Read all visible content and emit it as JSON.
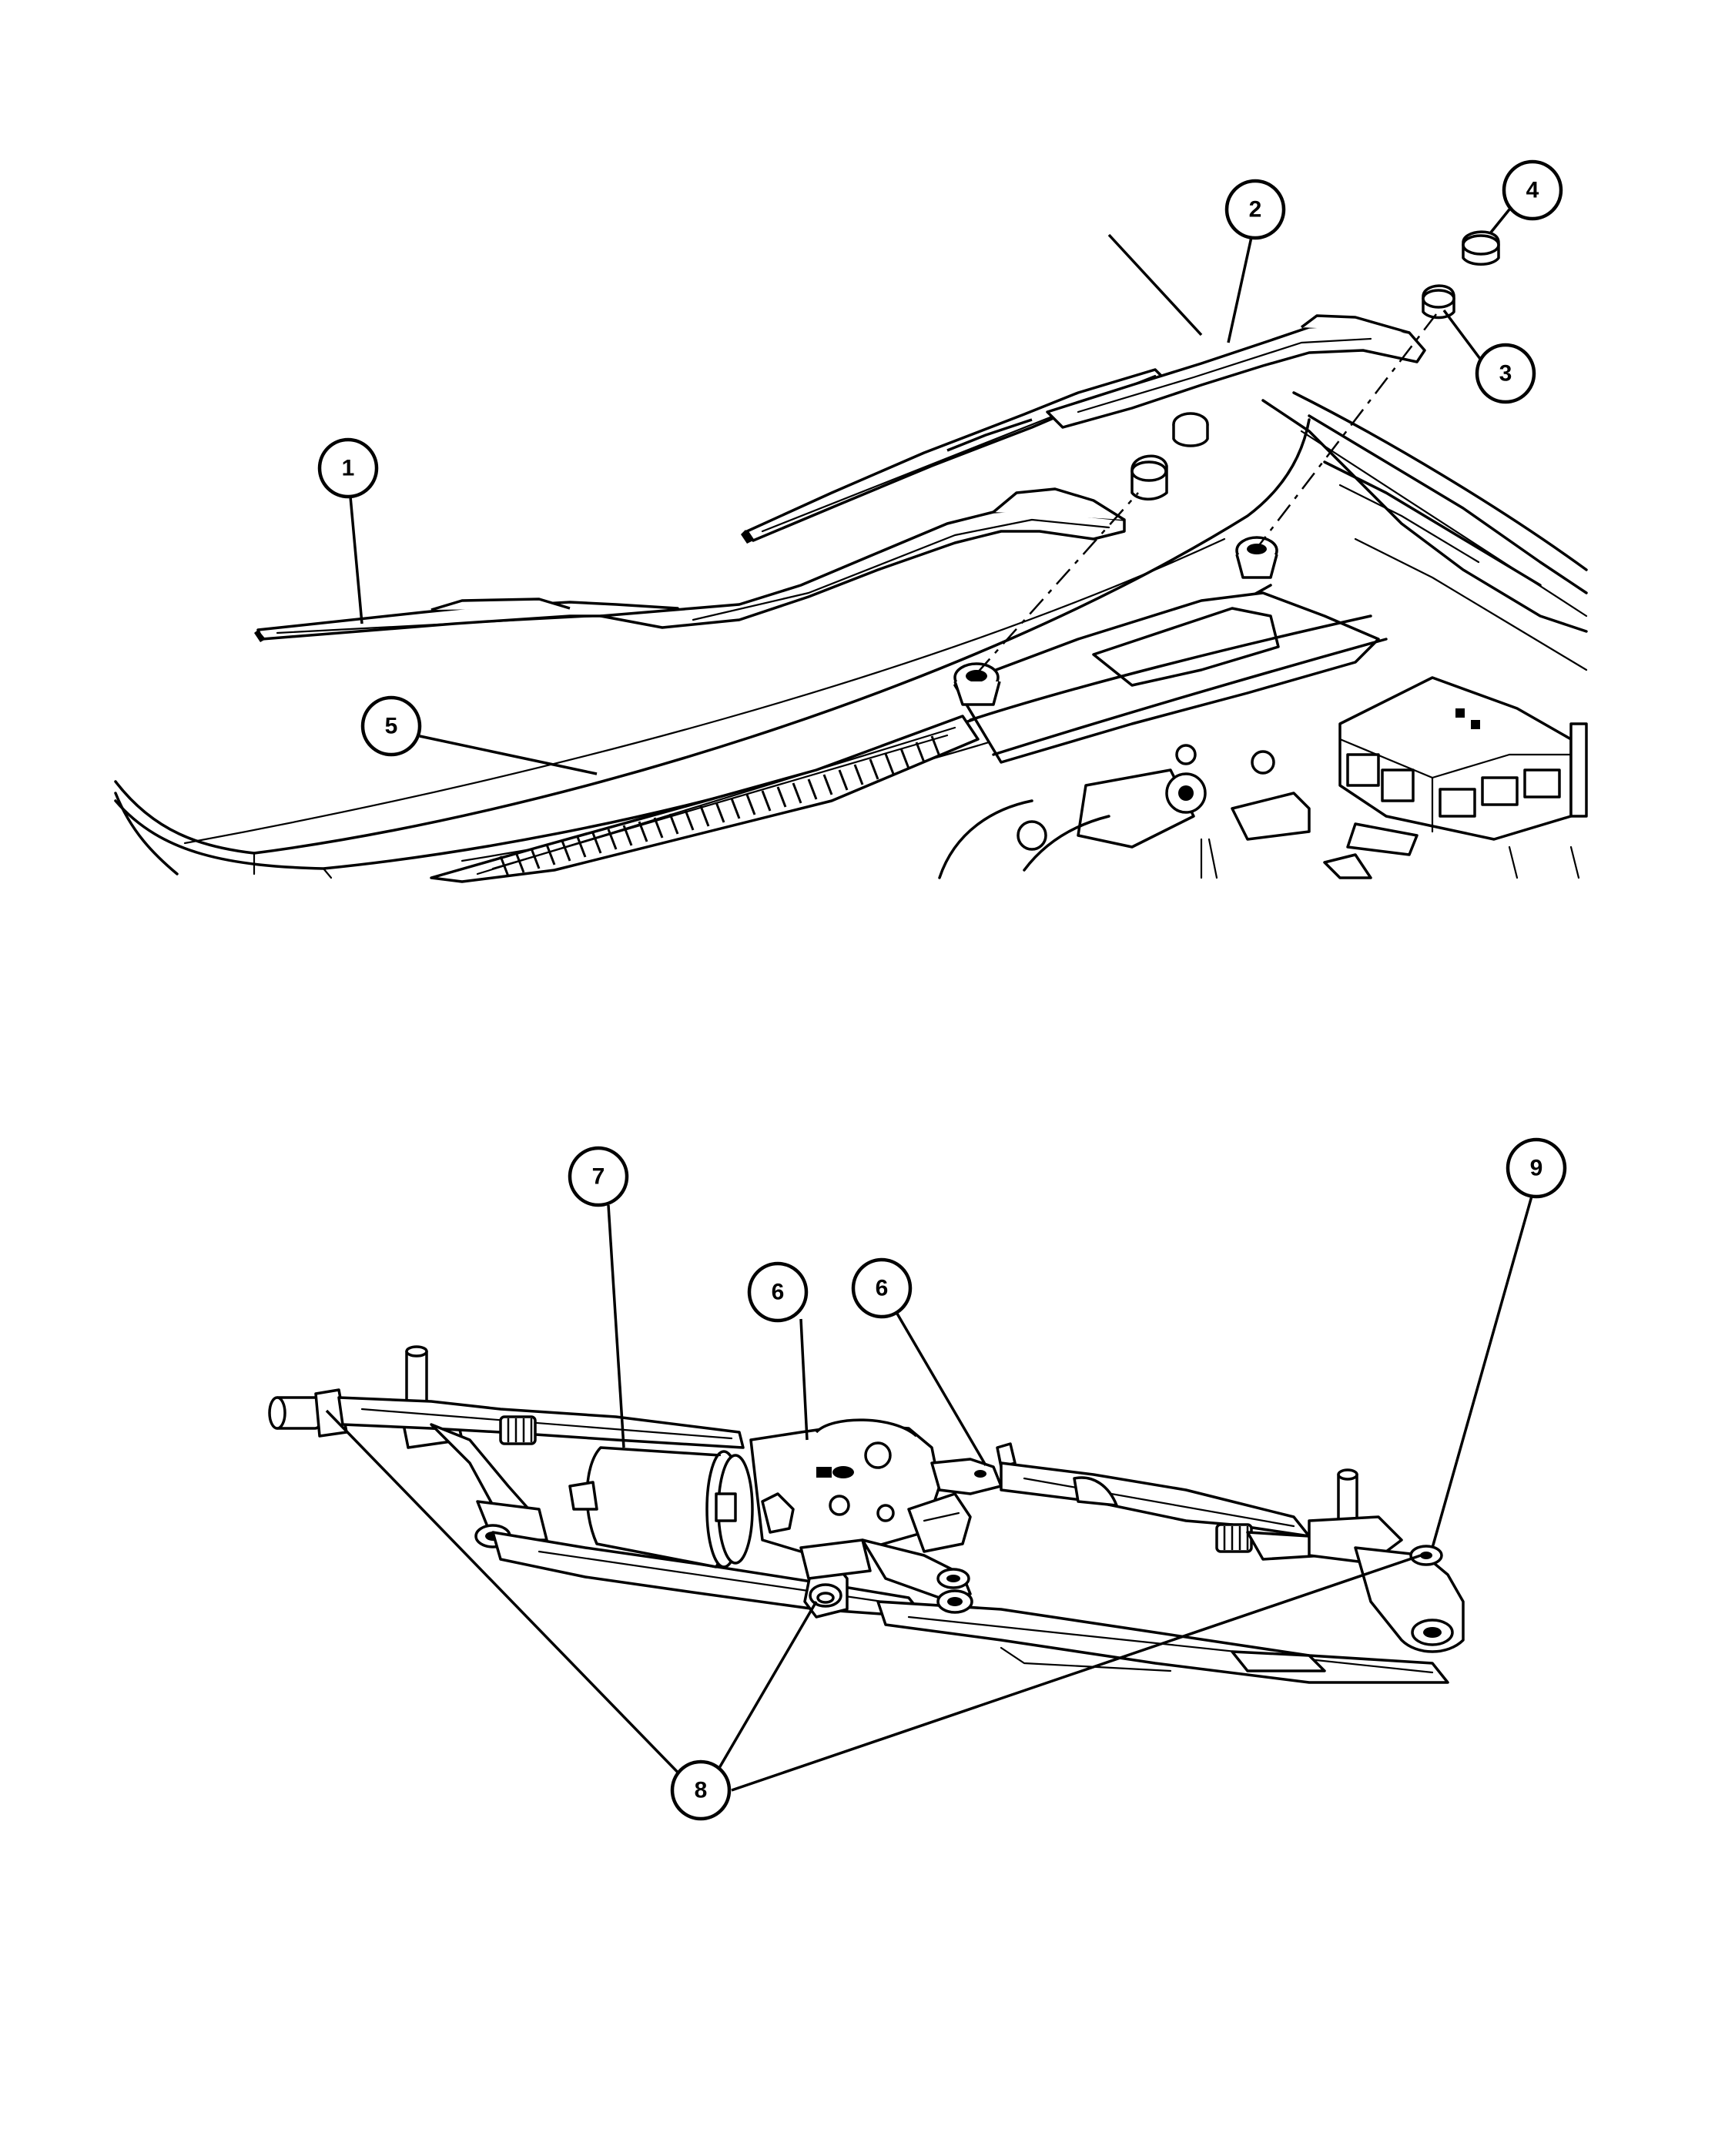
{
  "callouts": [
    {
      "id": "c1",
      "label": "1"
    },
    {
      "id": "c2",
      "label": "2"
    },
    {
      "id": "c3",
      "label": "3"
    },
    {
      "id": "c4",
      "label": "4"
    },
    {
      "id": "c5",
      "label": "5"
    },
    {
      "id": "c6a",
      "label": "6"
    },
    {
      "id": "c6b",
      "label": "6"
    },
    {
      "id": "c7",
      "label": "7"
    },
    {
      "id": "c8",
      "label": "8"
    },
    {
      "id": "c9",
      "label": "9"
    }
  ]
}
